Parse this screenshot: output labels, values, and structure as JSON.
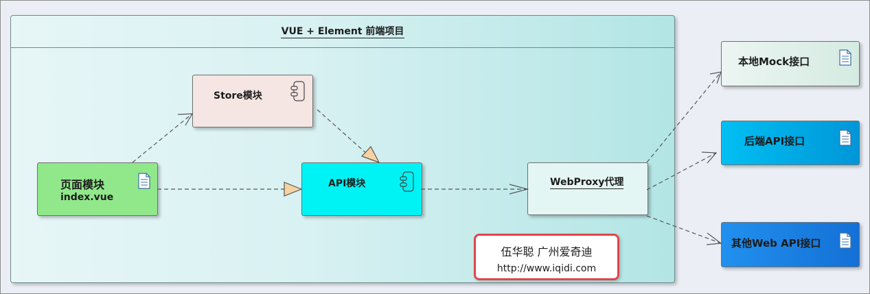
{
  "container": {
    "title": "VUE + Element 前端项目"
  },
  "nodes": {
    "store": {
      "label": "Store模块",
      "color": "#f5e6e4"
    },
    "page": {
      "label": "页面模块",
      "sublabel": "index.vue",
      "color": "#90e88a"
    },
    "api": {
      "label": "API模块",
      "color": "#00f3f4"
    },
    "webproxy": {
      "label": "WebProxy代理",
      "color": "#e4f6f4"
    },
    "local_mock": {
      "label": "本地Mock接口",
      "color": "#e4f1ec"
    },
    "backend_api": {
      "label": "后端API接口",
      "color": "#00b4ec"
    },
    "other_web_api": {
      "label": "其他Web API接口",
      "color": "#1e86e6"
    }
  },
  "watermark": {
    "line1": "伍华聪 广州爱奇迪",
    "line2": "http://www.iqidi.com"
  },
  "icons": {
    "document": "document-icon",
    "component": "component-icon"
  }
}
